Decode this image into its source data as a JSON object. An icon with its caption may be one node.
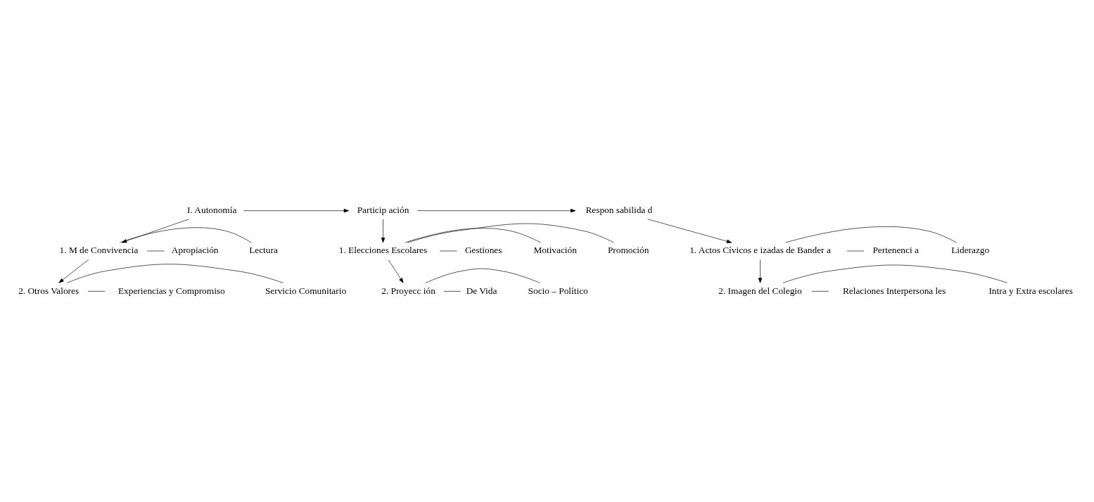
{
  "diagram": {
    "nodes": [
      {
        "text": [
          "I. Autonomía"
        ]
      },
      {
        "text": [
          "Particip ación"
        ]
      },
      {
        "text": [
          "Respon sabilida d"
        ]
      },
      {
        "text": [
          "1. M de Convivencia"
        ]
      },
      {
        "text": [
          "Lectura"
        ]
      },
      {
        "text": [
          "Apropiación"
        ]
      },
      {
        "text": [
          "2. Otros Valores"
        ]
      },
      {
        "text": [
          "Servicio Comunitario"
        ]
      },
      {
        "text": [
          "Experiencias y Compromiso"
        ]
      },
      {
        "text": [
          "1. Elecciones Escolares"
        ]
      },
      {
        "text": [
          "Promoción"
        ]
      },
      {
        "text": [
          "Motivación"
        ]
      },
      {
        "text": [
          "Gestiones"
        ]
      },
      {
        "text": [
          "2. Proyecc ión"
        ]
      },
      {
        "text": [
          "Socio – Político"
        ]
      },
      {
        "text": [
          "De Vida"
        ]
      },
      {
        "text": [
          "1. Actos Cívicos e izadas de Bander a"
        ]
      },
      {
        "text": [
          "Liderazgo"
        ]
      },
      {
        "text": [
          "Pertenenci a"
        ]
      },
      {
        "text": [
          "2. Imagen del Colegio"
        ]
      },
      {
        "text": [
          "Intra y Extra escolares"
        ]
      },
      {
        "text": [
          "Relaciones Interpersona les"
        ]
      }
    ],
    "edges": [
      {
        "from": 0,
        "to": 1,
        "arrow": "to"
      },
      {
        "from": 1,
        "to": 2,
        "arrow": "to"
      },
      {
        "from": 0,
        "to": 3,
        "arrow": "to"
      },
      {
        "from": 3,
        "to": 4,
        "arrow": "none"
      },
      {
        "from": 3,
        "to": 5,
        "arrow": "none"
      },
      {
        "from": 3,
        "to": 6,
        "arrow": "to"
      },
      {
        "from": 6,
        "to": 7,
        "arrow": "none"
      },
      {
        "from": 6,
        "to": 8,
        "arrow": "none"
      },
      {
        "from": 1,
        "to": 9,
        "arrow": "to"
      },
      {
        "from": 9,
        "to": 10,
        "arrow": "none"
      },
      {
        "from": 9,
        "to": 11,
        "arrow": "none"
      },
      {
        "from": 9,
        "to": 12,
        "arrow": "none"
      },
      {
        "from": 9,
        "to": 13,
        "arrow": "to"
      },
      {
        "from": 13,
        "to": 14,
        "arrow": "none"
      },
      {
        "from": 13,
        "to": 15,
        "arrow": "none"
      },
      {
        "from": 2,
        "to": 16,
        "arrow": "to"
      },
      {
        "from": 16,
        "to": 17,
        "arrow": "none"
      },
      {
        "from": 16,
        "to": 18,
        "arrow": "none"
      },
      {
        "from": 16,
        "to": 19,
        "arrow": "to"
      },
      {
        "from": 19,
        "to": 20,
        "arrow": "none"
      },
      {
        "from": 19,
        "to": 21,
        "arrow": "none"
      }
    ]
  }
}
